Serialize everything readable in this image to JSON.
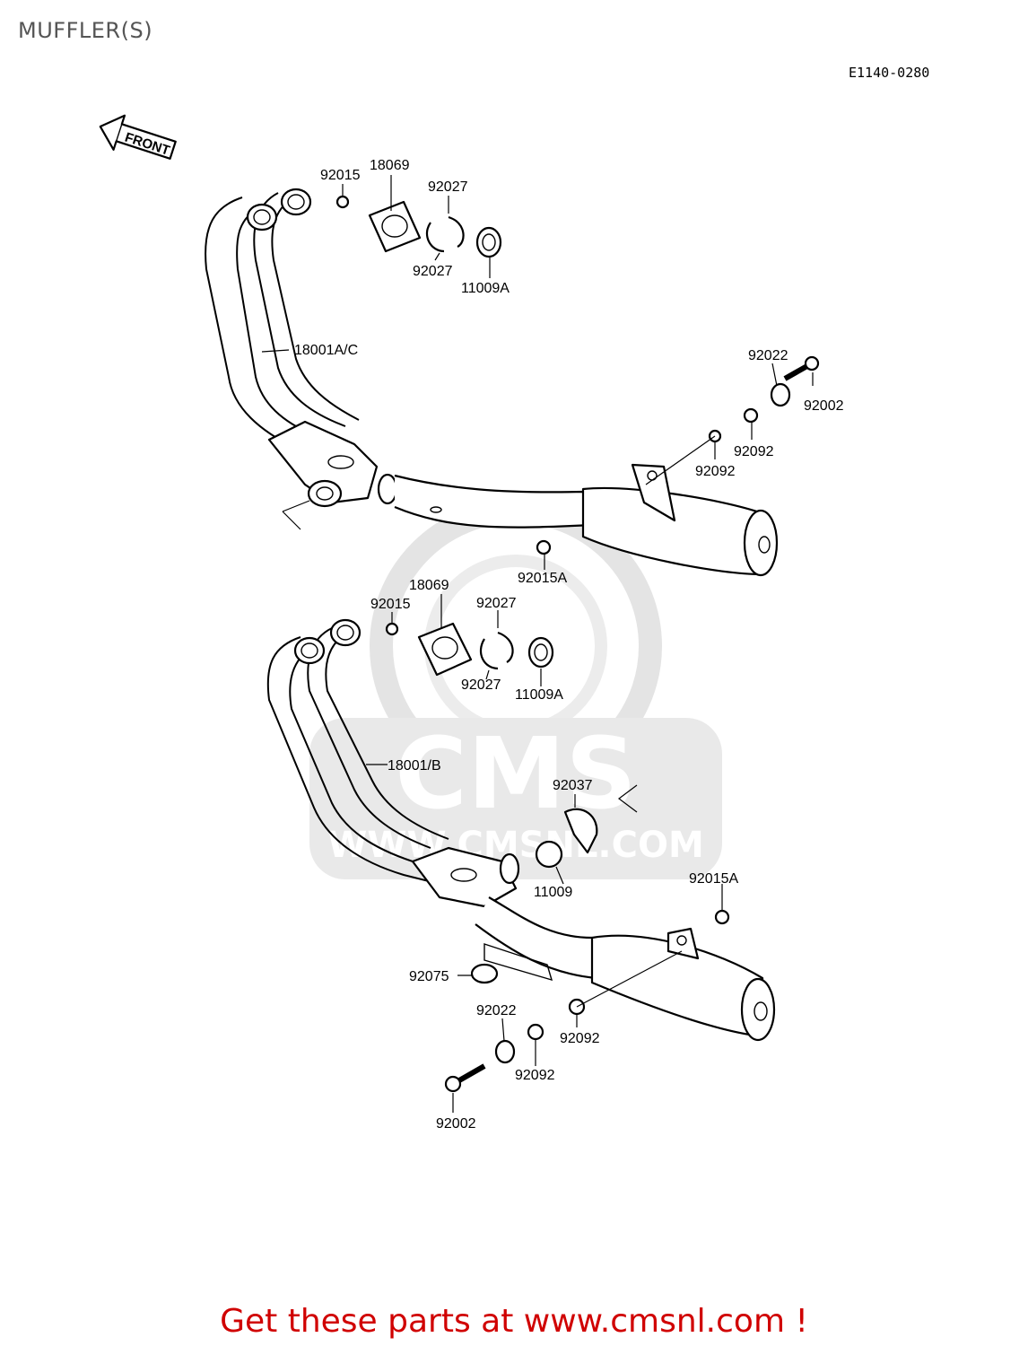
{
  "header": {
    "title": "MUFFLER(S)",
    "diagram_code": "E1140-0280"
  },
  "direction_marker": {
    "label": "FRONT"
  },
  "watermark": {
    "brand": "CMS",
    "url_text": "WWW.CMSNL.COM"
  },
  "assembly_upper": {
    "labels": {
      "nut_top": "92015",
      "gasket_holder": "18069",
      "half_ring_upper": "92027",
      "half_ring_lower": "92027",
      "gasket": "11009A",
      "exhaust_pipe": "18001A/C",
      "collar": "92022",
      "bolt": "92002",
      "nut_right": "92092",
      "damper": "92092",
      "nut_bottom": "92015A"
    }
  },
  "assembly_lower": {
    "labels": {
      "nut_top": "92015",
      "gasket_holder": "18069",
      "half_ring_upper": "92027",
      "half_ring_lower": "92027",
      "gasket": "11009A",
      "exhaust_pipe": "18001/B",
      "clamp": "92037",
      "connector_gasket": "11009",
      "nut_right": "92015A",
      "rubber": "92075",
      "collar": "92022",
      "damper_right": "92092",
      "damper_left": "92092",
      "bolt": "92002"
    }
  },
  "footer": {
    "cta": "Get these parts at www.cmsnl.com !"
  },
  "colors": {
    "footer_text": "#d00000",
    "watermark": "#e2e2e2",
    "title": "#555555"
  }
}
